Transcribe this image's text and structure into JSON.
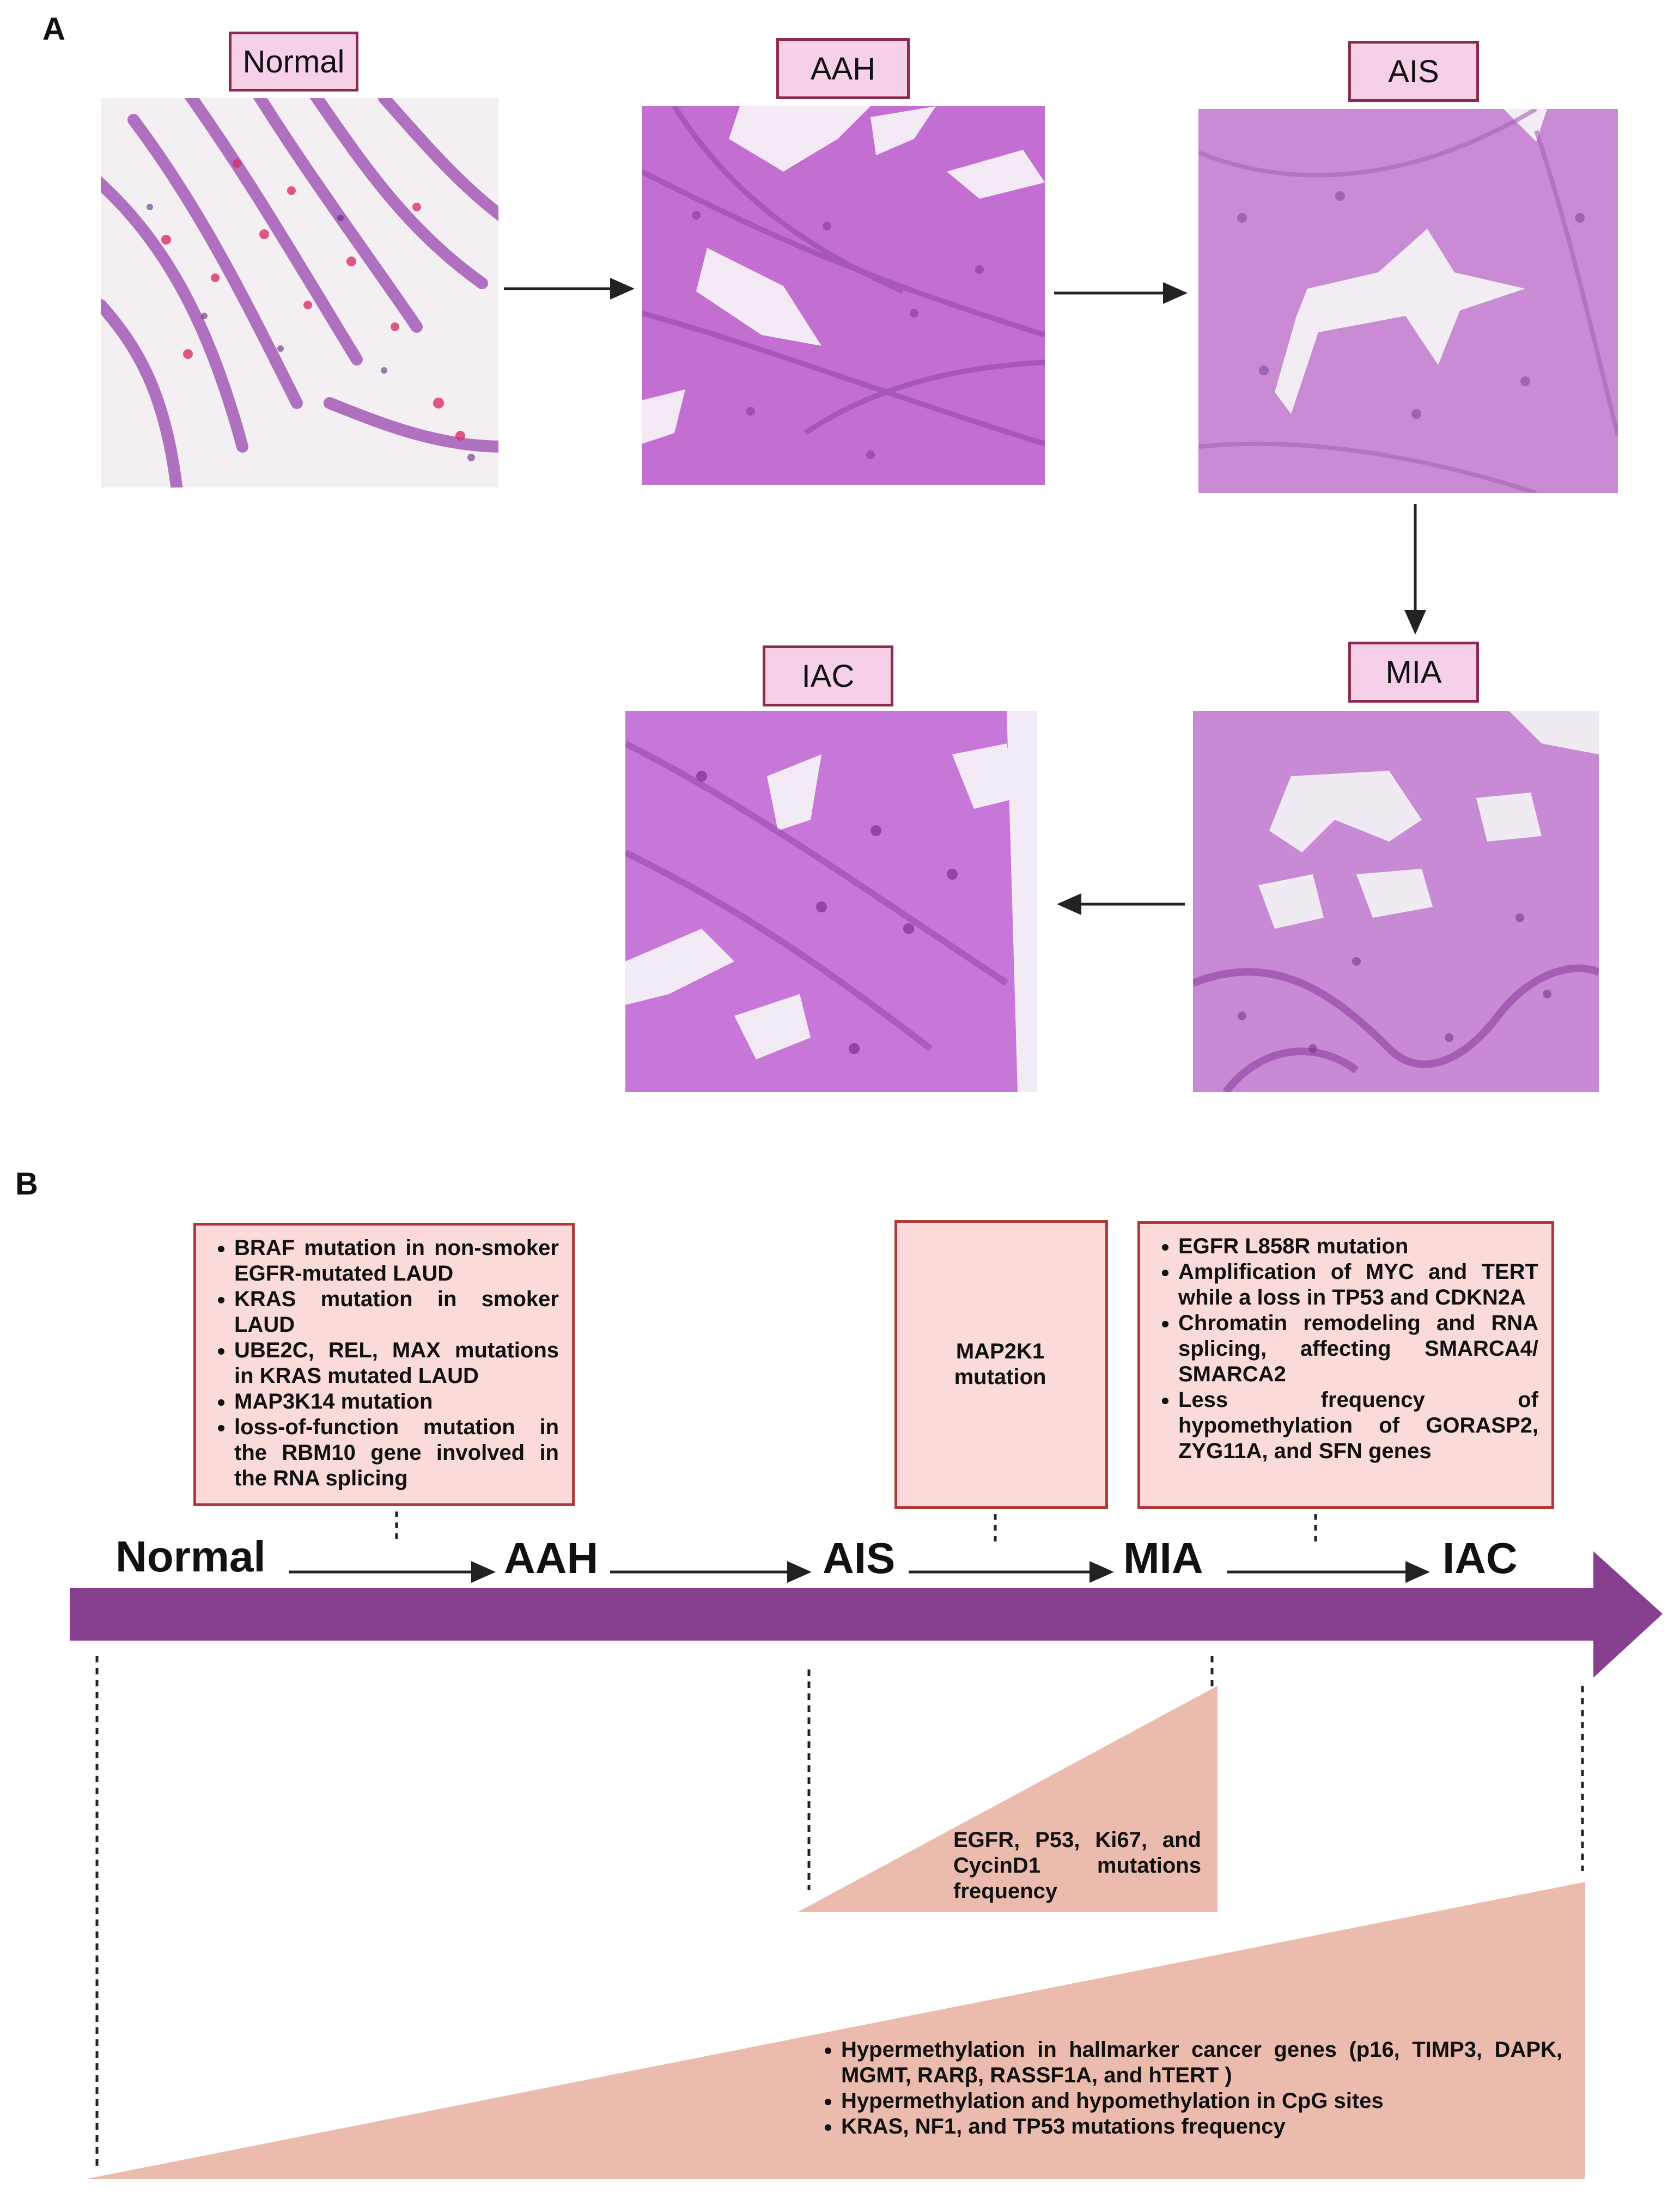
{
  "panel_a": {
    "letter": "A",
    "stages": [
      {
        "key": "normal",
        "label": "Normal"
      },
      {
        "key": "aah",
        "label": "AAH"
      },
      {
        "key": "ais",
        "label": "AIS"
      },
      {
        "key": "mia",
        "label": "MIA"
      },
      {
        "key": "iac",
        "label": "IAC"
      }
    ]
  },
  "panel_b": {
    "letter": "B",
    "timeline": [
      "Normal",
      "AAH",
      "AIS",
      "MIA",
      "IAC"
    ],
    "box_normal_aah": [
      "BRAF mutation in non-smoker EGFR-mutated LAUD",
      "KRAS mutation in smoker LAUD",
      "UBE2C, REL, MAX mutations in KRAS mutated LAUD",
      " MAP3K14 mutation",
      "loss-of-function mutation in the RBM10 gene involved in the RNA splicing"
    ],
    "box_ais_mia": "MAP2K1 mutation",
    "box_mia_iac": [
      "EGFR L858R mutation",
      "Amplification of MYC and TERT while a loss in TP53 and CDKN2A",
      "Chromatin remodeling and RNA splicing, affecting SMARCA4/ SMARCA2",
      "Less frequency of hypomethylation of GORASP2, ZYG11A, and SFN genes"
    ],
    "small_triangle_text": "EGFR, P53, Ki67, and CycinD1 mutations frequency",
    "large_triangle_items": [
      "Hypermethylation in hallmarker cancer genes (p16, TIMP3, DAPK, MGMT, RARβ, RASSF1A, and hTERT )",
      " Hypermethylation and hypomethylation in CpG sites",
      "KRAS, NF1, and TP53 mutations frequency"
    ]
  },
  "colors": {
    "label_fill": "#f5d0e6",
    "label_border": "#8c2b4e",
    "timeline_bar": "#86408f",
    "box_fill": "#fbdada",
    "box_border": "#b03a3a",
    "triangle_fill": "#ebbcad",
    "tissue_background": "#f4e8f4",
    "tissue_stain": "#c77dd6"
  }
}
